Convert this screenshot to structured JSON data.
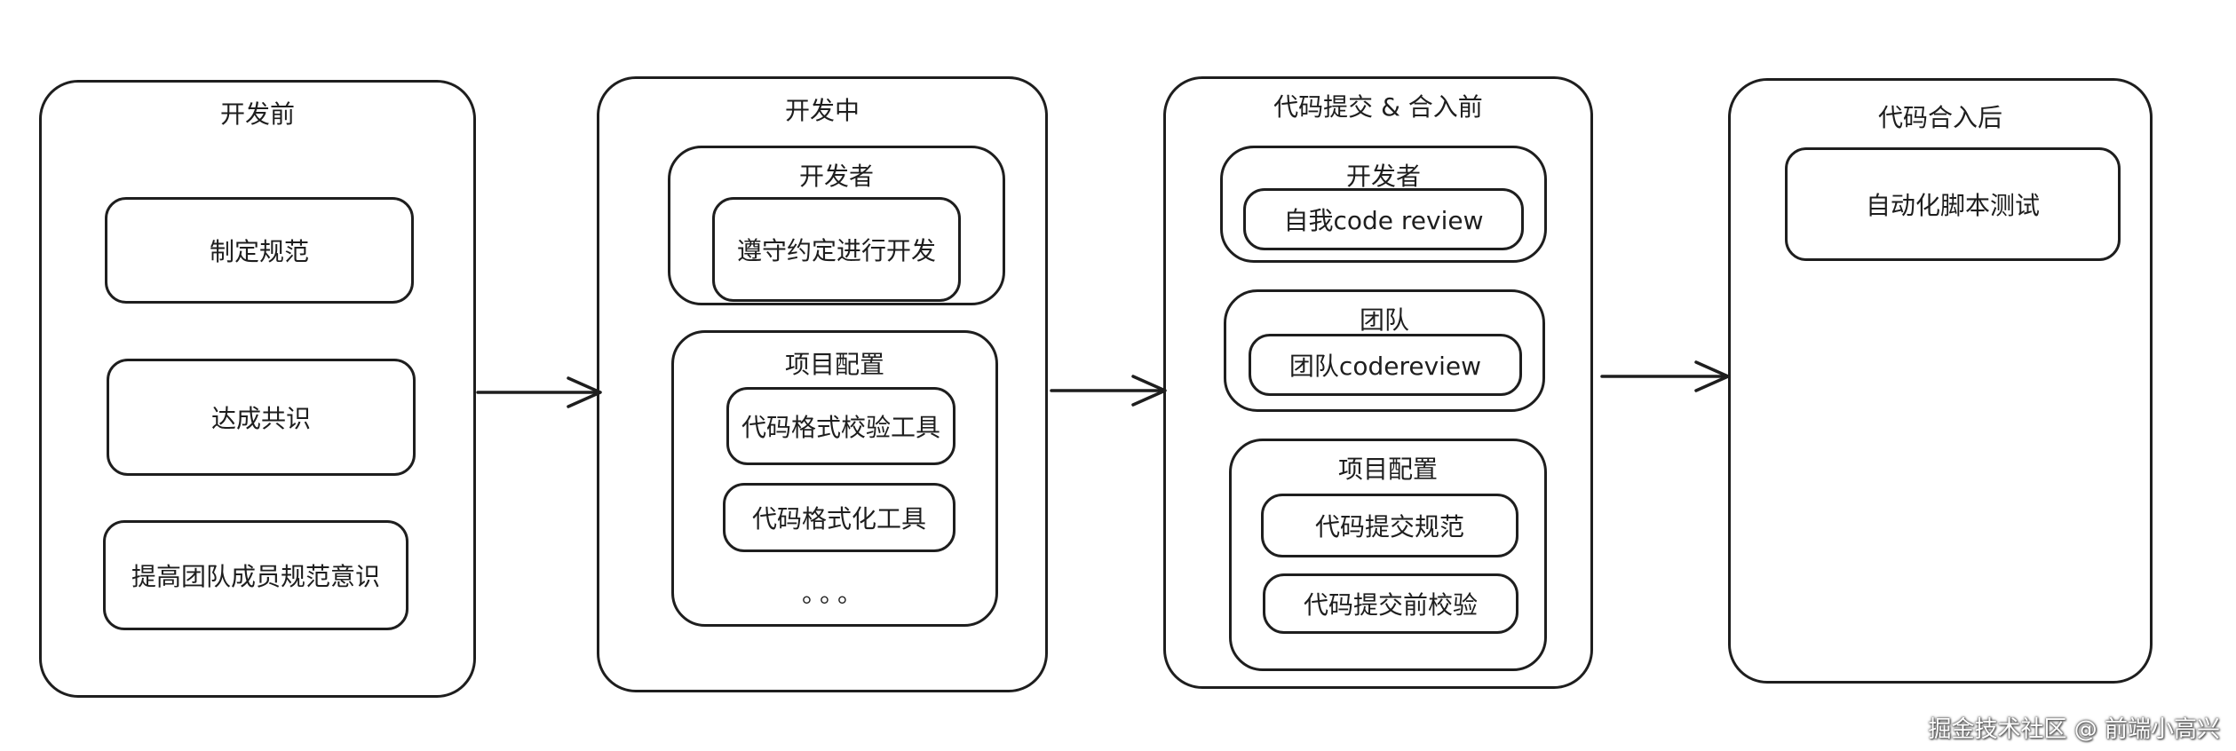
{
  "stages": [
    {
      "title": "开发前",
      "items": [
        "制定规范",
        "达成共识",
        "提高团队成员规范意识"
      ]
    },
    {
      "title": "开发中",
      "groups": [
        {
          "title": "开发者",
          "items": [
            "遵守约定进行开发"
          ]
        },
        {
          "title": "项目配置",
          "items": [
            "代码格式校验工具",
            "代码格式化工具"
          ],
          "ellipsis": "。。。"
        }
      ]
    },
    {
      "title": "代码提交 & 合入前",
      "groups": [
        {
          "title": "开发者",
          "items": [
            "自我code review"
          ]
        },
        {
          "title": "团队",
          "items": [
            "团队codereview"
          ]
        },
        {
          "title": "项目配置",
          "items": [
            "代码提交规范",
            "代码提交前校验"
          ]
        }
      ]
    },
    {
      "title": "代码合入后",
      "items": [
        "自动化脚本测试"
      ]
    }
  ],
  "watermark": "掘金技术社区 @ 前端小高兴"
}
